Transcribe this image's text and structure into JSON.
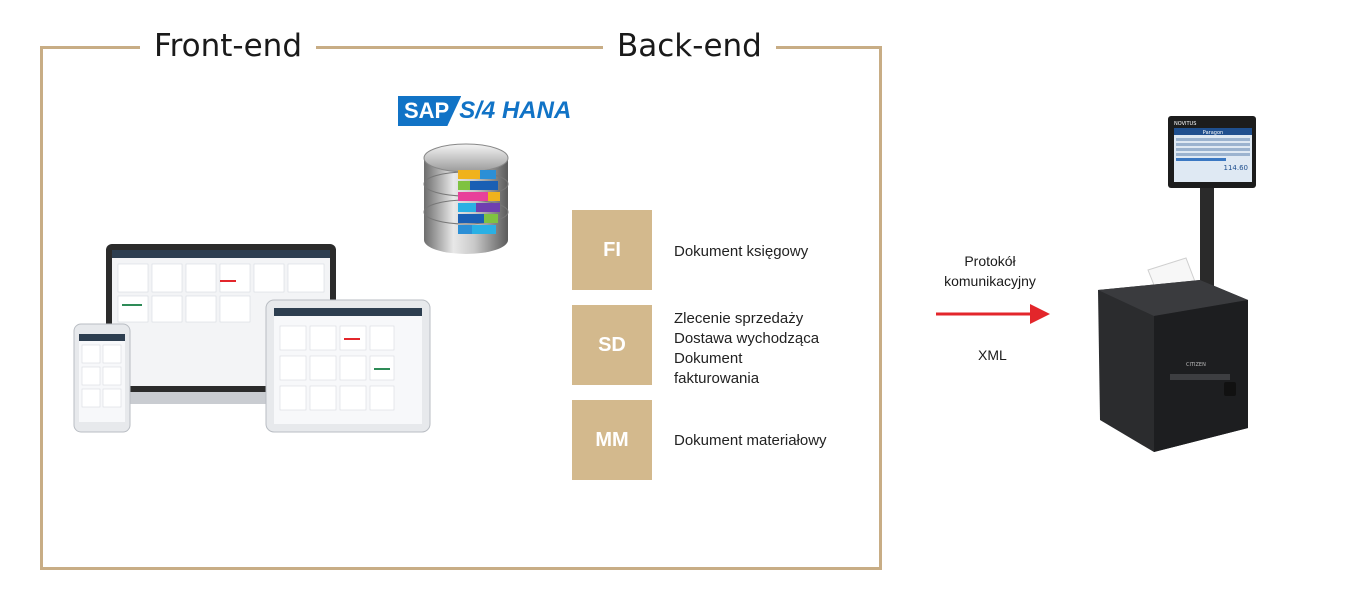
{
  "titles": {
    "front_end": "Front-end",
    "back_end": "Back-end"
  },
  "logo": {
    "box_text": "SAP",
    "suffix_text": "S/4 HANA",
    "brand_color": "#1173c6"
  },
  "modules": [
    {
      "code": "FI",
      "lines": [
        "Dokument księgowy"
      ]
    },
    {
      "code": "SD",
      "lines": [
        "Zlecenie sprzedaży",
        "Dostawa wychodząca",
        "Dokument",
        "fakturowania"
      ]
    },
    {
      "code": "MM",
      "lines": [
        "Dokument materiałowy"
      ]
    }
  ],
  "connection": {
    "protocol_line1": "Protokół",
    "protocol_line2": "komunikacyjny",
    "format": "XML",
    "arrow_color": "#e3262b"
  },
  "printer": {
    "brand": "NOVITUS",
    "screen_header": "Paragon",
    "screen_total": "114.60",
    "device_label": "CITIZEN"
  },
  "colors": {
    "frame": "#c8ad85",
    "module_fill": "#d3b98d"
  }
}
